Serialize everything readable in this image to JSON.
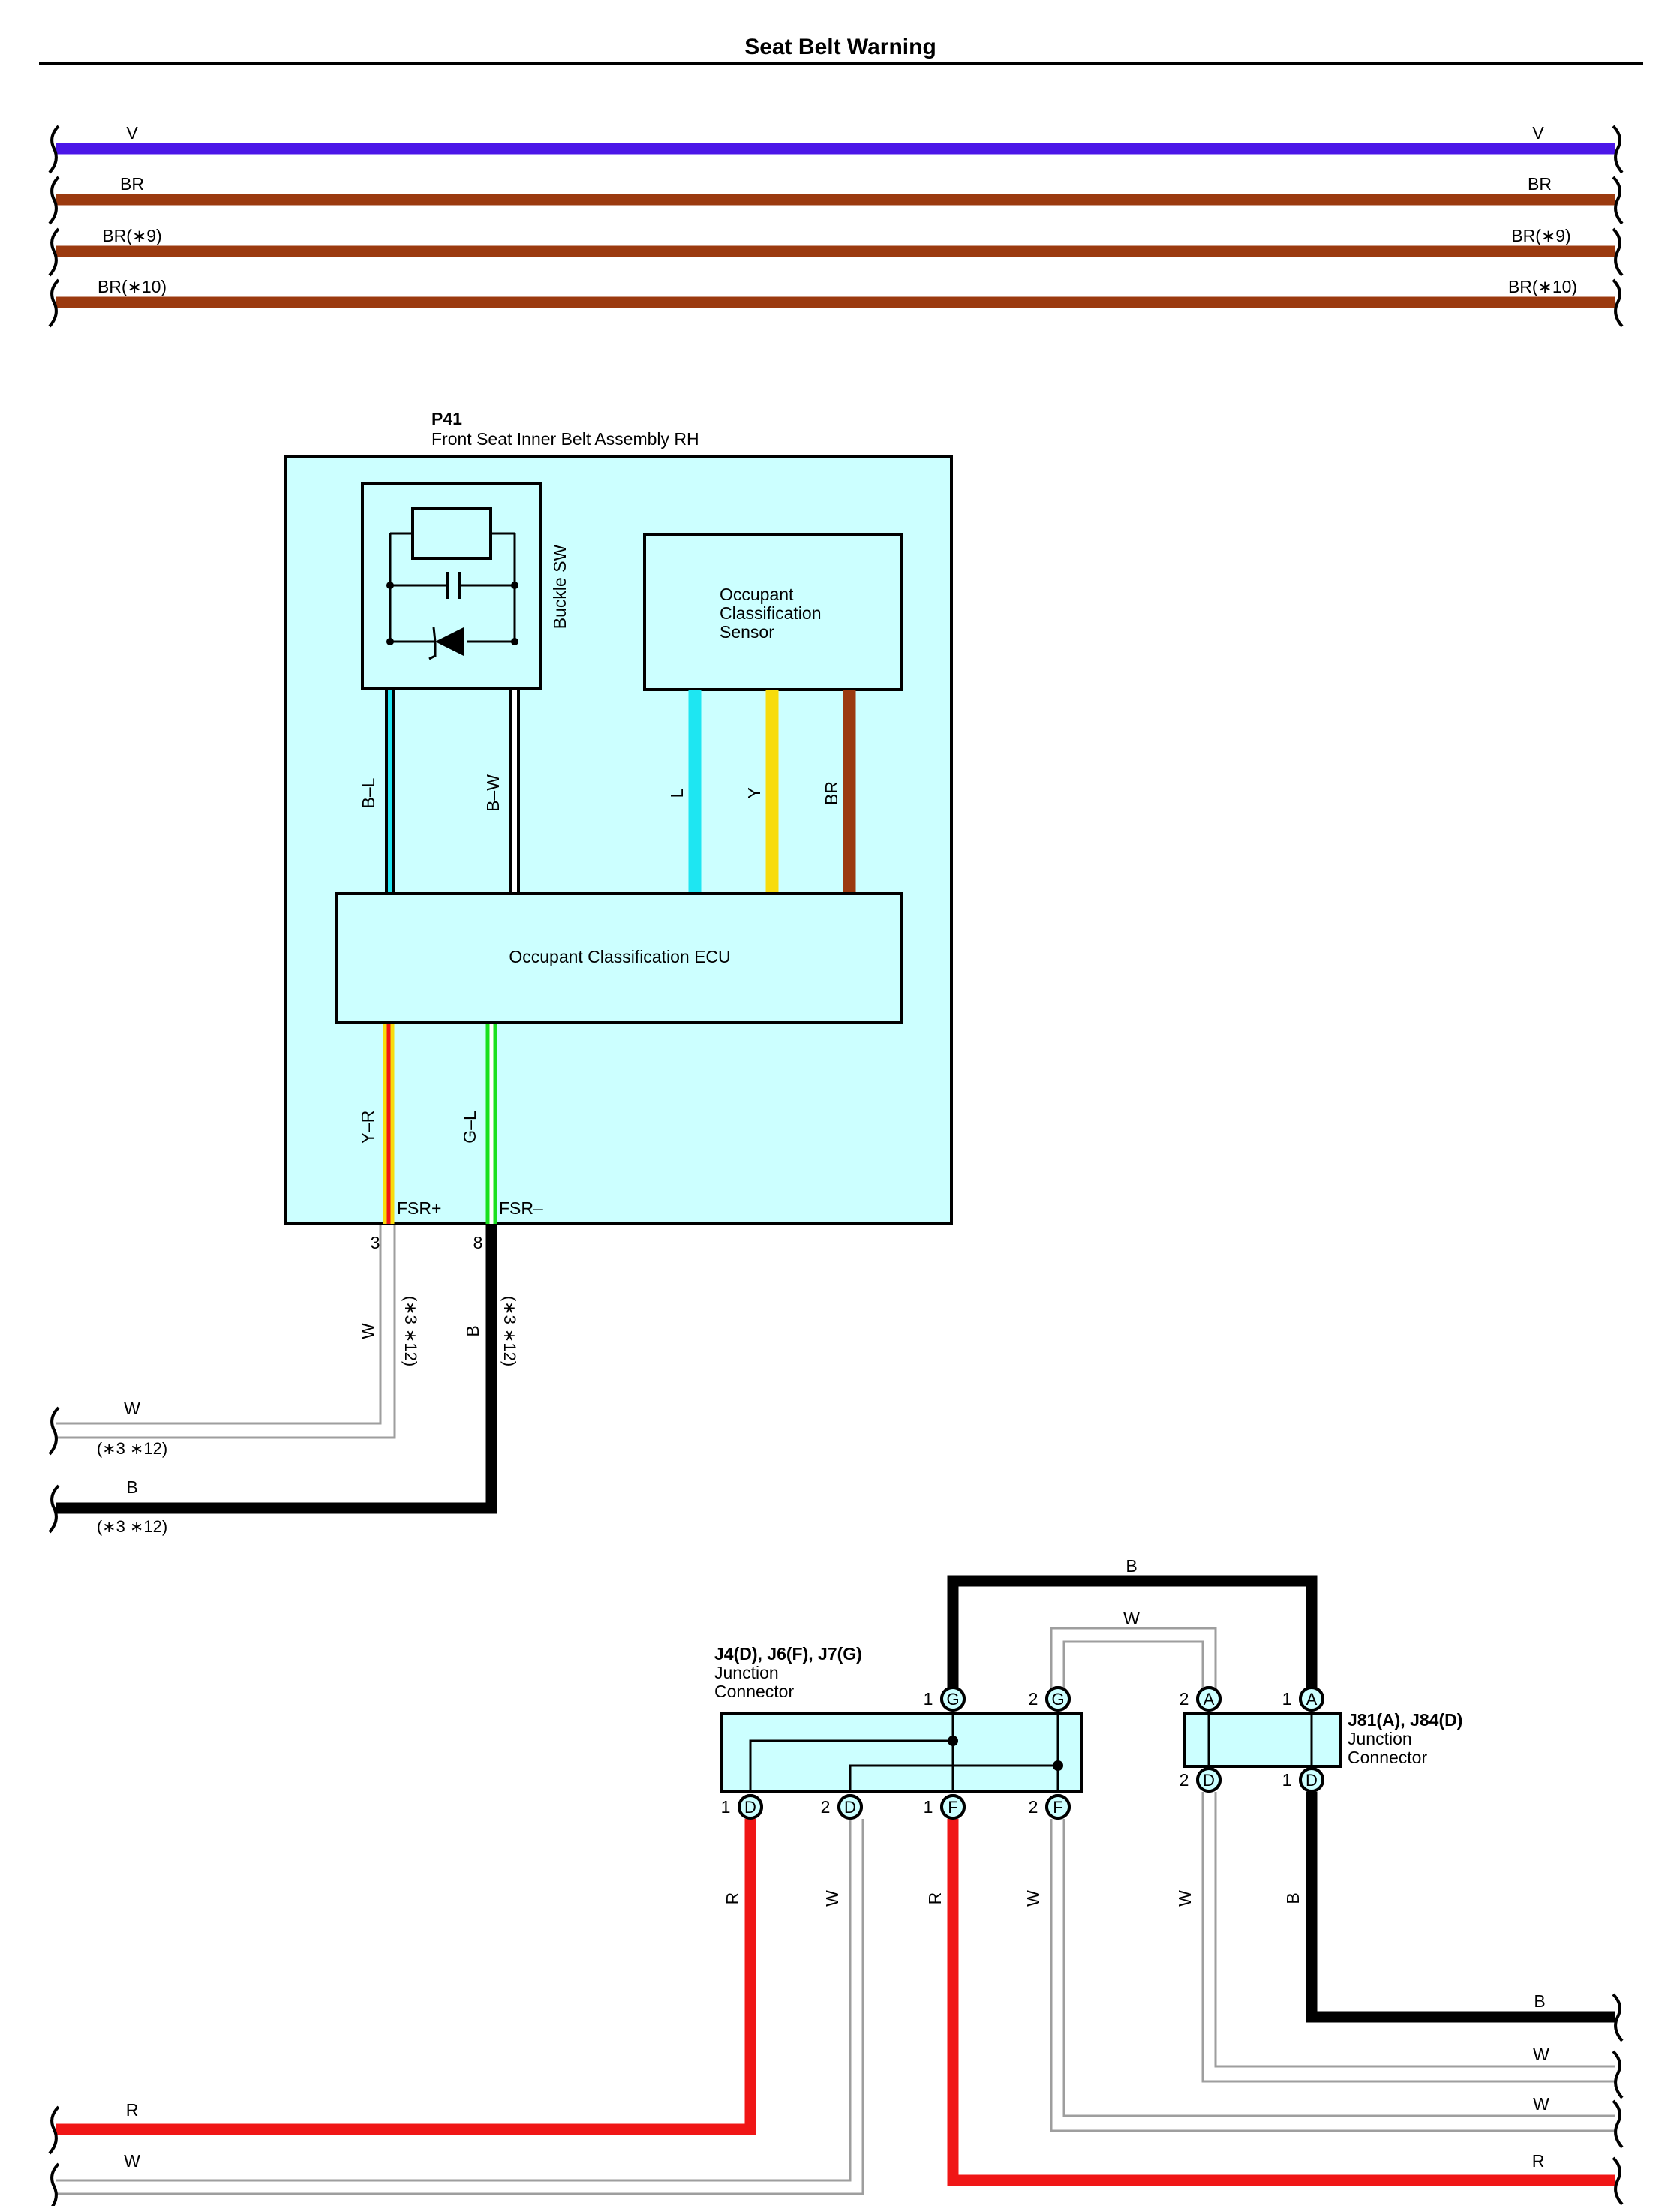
{
  "page": {
    "title": "Seat Belt Warning"
  },
  "top_wires": [
    {
      "color_code": "V",
      "color": "#4b16e8"
    },
    {
      "color_code": "BR",
      "color": "#9b3a0f"
    },
    {
      "color_code": "BR(∗9)",
      "color": "#9b3a0f"
    },
    {
      "color_code": "BR(∗10)",
      "color": "#9b3a0f"
    }
  ],
  "p41": {
    "code": "P41",
    "name": "Front Seat Inner Belt Assembly RH",
    "buckle_label": "Buckle SW",
    "sensor_lines": [
      "Occupant",
      "Classification",
      "Sensor"
    ],
    "ecu_label": "Occupant Classification ECU",
    "internal_wires": [
      "B–L",
      "B–W",
      "L",
      "Y",
      "BR",
      "Y–R",
      "G–L"
    ],
    "terminals": [
      "FSR+",
      "FSR–"
    ],
    "pins": [
      "3",
      "8"
    ]
  },
  "left_wires": {
    "w_code": "W",
    "b_code": "B",
    "note": "(∗3 ∗12)"
  },
  "jc_left": {
    "title": "J4(D), J6(F), J7(G)",
    "line1": "Junction",
    "line2": "Connector"
  },
  "jc_right": {
    "title": "J81(A), J84(D)",
    "line1": "Junction",
    "line2": "Connector"
  },
  "pins": {
    "top_left": [
      "1",
      "G",
      "2",
      "G"
    ],
    "bottom_left": [
      "1",
      "D",
      "2",
      "D",
      "1",
      "F",
      "2",
      "F"
    ],
    "top_right": [
      "2",
      "A",
      "1",
      "A"
    ],
    "bottom_right": [
      "2",
      "D",
      "1",
      "D"
    ]
  },
  "bottom_wire_labels": {
    "b_top": "B",
    "w_top": "W",
    "r1": "R",
    "w1": "W",
    "r2": "R",
    "w2": "W",
    "w3": "W",
    "b3": "B",
    "right_b": "B",
    "right_w1": "W",
    "right_w2": "W",
    "right_r": "R",
    "left_r": "R",
    "left_w": "W"
  },
  "colors": {
    "violet": "#4b16e8",
    "brown": "#9b3a0f",
    "box_fill": "#ccffff",
    "cyan": "#1ee6f2",
    "yellow": "#f7dc0c",
    "red": "#f01616",
    "green": "#19e01e",
    "gray_wire": "#9e9e9e",
    "black": "#000000"
  }
}
